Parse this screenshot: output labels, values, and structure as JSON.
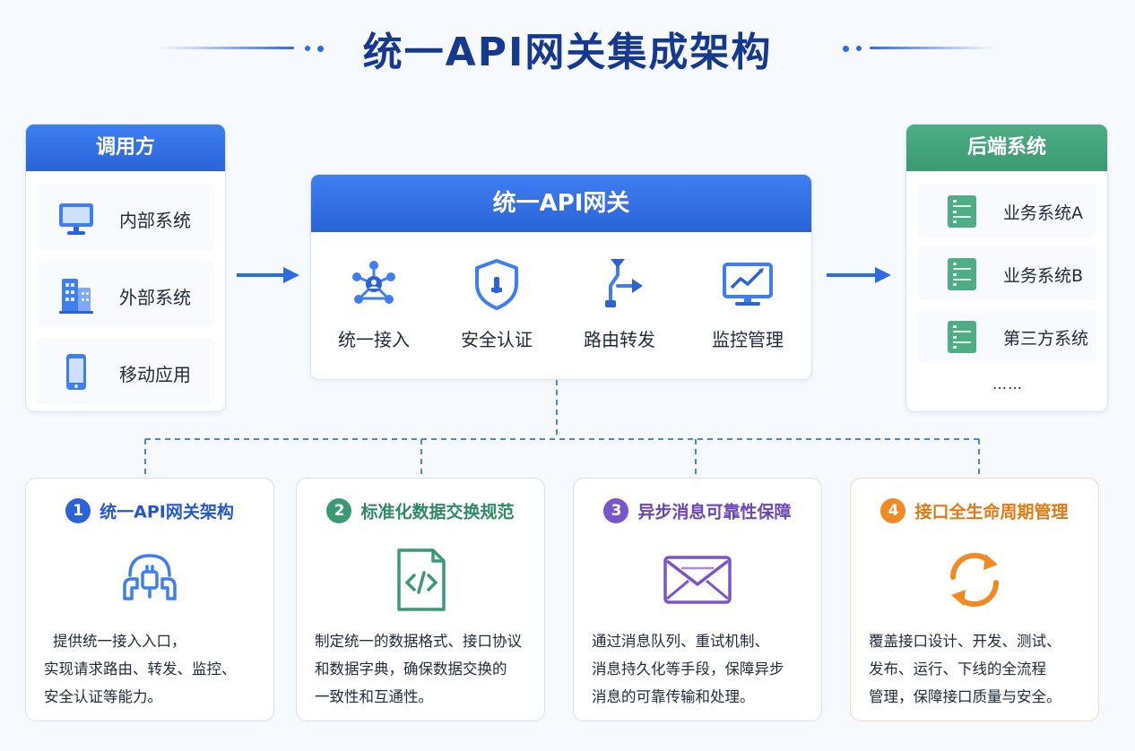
{
  "title": "统一API网关集成架构",
  "callers": {
    "header": "调用方",
    "items": [
      {
        "label": "内部系统",
        "icon": "monitor-icon"
      },
      {
        "label": "外部系统",
        "icon": "buildings-icon"
      },
      {
        "label": "移动应用",
        "icon": "mobile-phone-icon"
      }
    ]
  },
  "gateway": {
    "header": "统一API网关",
    "features": [
      {
        "label": "统一接入",
        "icon": "network-hub-icon"
      },
      {
        "label": "安全认证",
        "icon": "shield-icon"
      },
      {
        "label": "路由转发",
        "icon": "route-fork-icon"
      },
      {
        "label": "监控管理",
        "icon": "monitor-chart-icon"
      }
    ]
  },
  "backend": {
    "header": "后端系统",
    "items": [
      {
        "label": "业务系统A",
        "icon": "server-icon"
      },
      {
        "label": "业务系统B",
        "icon": "server-icon"
      },
      {
        "label": "第三方系统",
        "icon": "server-icon"
      }
    ],
    "more": "……"
  },
  "cards": [
    {
      "number": "1",
      "title": "统一API网关架构",
      "icon": "plug-connector-icon",
      "lines": [
        "提供统一接入入口，",
        "实现请求路由、转发、监控、",
        "安全认证等能力。"
      ]
    },
    {
      "number": "2",
      "title": "标准化数据交换规范",
      "icon": "code-file-icon",
      "lines": [
        "制定统一的数据格式、接口协议",
        "和数据字典，确保数据交换的",
        "一致性和互通性。"
      ]
    },
    {
      "number": "3",
      "title": "异步消息可靠性保障",
      "icon": "envelope-icon",
      "lines": [
        "通过消息队列、重试机制、",
        "消息持久化等手段，保障异步",
        "消息的可靠传输和处理。"
      ]
    },
    {
      "number": "4",
      "title": "接口全生命周期管理",
      "icon": "refresh-cycle-icon",
      "lines": [
        "覆盖接口设计、开发、测试、",
        "发布、运行、下线的全流程",
        "管理，保障接口质量与安全。"
      ]
    }
  ],
  "colors": {
    "primary_blue": "#2a63d8",
    "green": "#3a9a72",
    "purple": "#7a54c9",
    "orange": "#f28a22",
    "title_navy": "#14398f"
  }
}
